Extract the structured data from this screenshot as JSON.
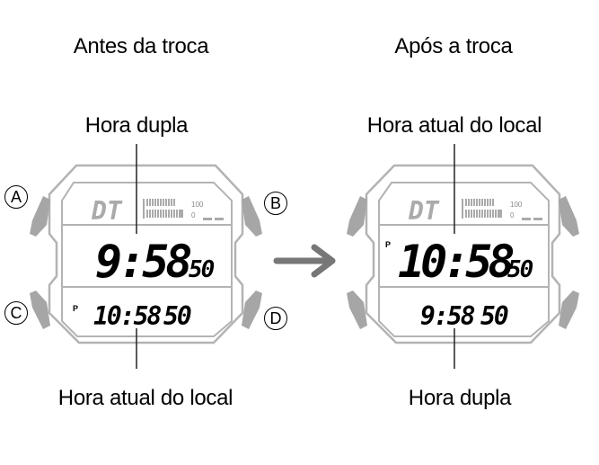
{
  "headings": {
    "before": "Antes da troca",
    "after": "Após a troca"
  },
  "before": {
    "top_label": "Hora dupla",
    "bottom_label": "Hora atual do local",
    "display": {
      "mode": "DT",
      "scale_top": "100",
      "scale_bottom": "0",
      "main_time": "9:58",
      "main_seconds": "50",
      "main_pm": "",
      "sub_time": "10:58",
      "sub_seconds": "50",
      "sub_pm": "P"
    }
  },
  "after": {
    "top_label": "Hora atual do local",
    "bottom_label": "Hora dupla",
    "display": {
      "mode": "DT",
      "scale_top": "100",
      "scale_bottom": "0",
      "main_time": "10:58",
      "main_seconds": "50",
      "main_pm": "P",
      "sub_time": "9:58",
      "sub_seconds": "50",
      "sub_pm": ""
    }
  },
  "buttons": {
    "a": "A",
    "b": "B",
    "c": "C",
    "d": "D"
  },
  "arrow": {
    "icon": "arrow-right-icon",
    "color": "#777777"
  },
  "colors": {
    "case_outline": "#b3b3b3",
    "button_fill": "#a6a6a6",
    "lcd_inactive": "#aaaaaa",
    "lcd_active": "#000000"
  }
}
